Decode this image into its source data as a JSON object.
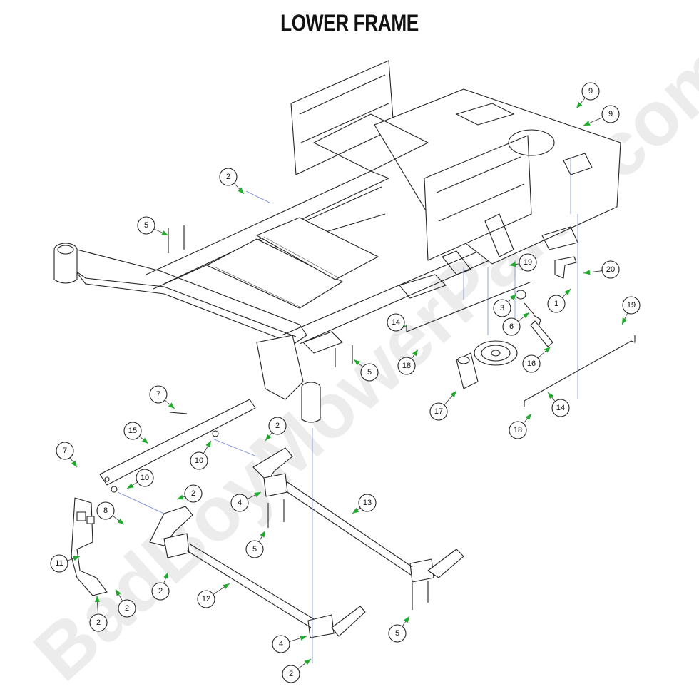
{
  "title": "LOWER FRAME",
  "watermark": "BadBoyMowerParts.com",
  "accent_color": "#1faa2c",
  "callouts": [
    "9",
    "9",
    "2",
    "5",
    "19",
    "20",
    "3",
    "1",
    "19",
    "14",
    "6",
    "16",
    "5",
    "18",
    "17",
    "14",
    "18",
    "7",
    "15",
    "2",
    "10",
    "7",
    "10",
    "2",
    "4",
    "13",
    "8",
    "5",
    "11",
    "2",
    "12",
    "2",
    "2",
    "5",
    "4",
    "2"
  ]
}
